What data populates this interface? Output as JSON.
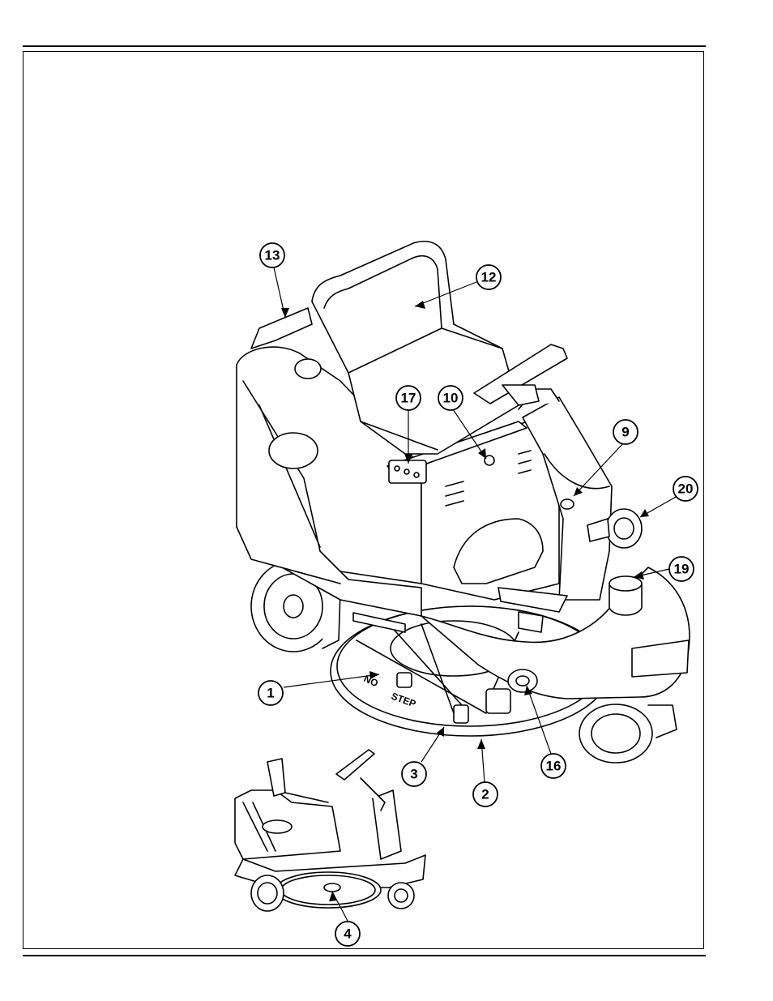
{
  "figure": {
    "stencil_text": [
      "NO",
      "STEP"
    ],
    "callouts": [
      {
        "id": "13",
        "label": "13"
      },
      {
        "id": "12",
        "label": "12"
      },
      {
        "id": "17",
        "label": "17"
      },
      {
        "id": "10",
        "label": "10"
      },
      {
        "id": "9",
        "label": "9"
      },
      {
        "id": "20",
        "label": "20"
      },
      {
        "id": "19",
        "label": "19"
      },
      {
        "id": "1",
        "label": "1"
      },
      {
        "id": "16",
        "label": "16"
      },
      {
        "id": "3",
        "label": "3"
      },
      {
        "id": "2",
        "label": "2"
      },
      {
        "id": "4",
        "label": "4"
      }
    ]
  }
}
